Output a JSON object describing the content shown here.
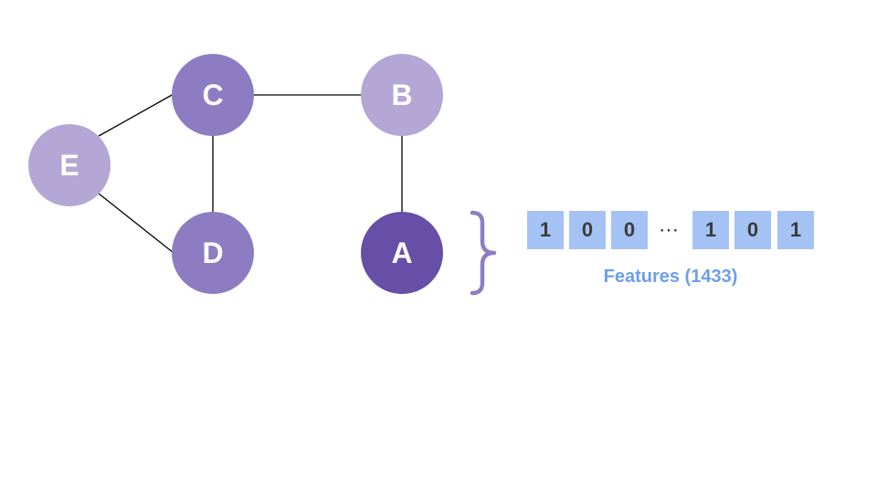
{
  "nodes": {
    "a": {
      "label": "A",
      "color": "#674ea7"
    },
    "b": {
      "label": "B",
      "color": "#b4a7d6"
    },
    "c": {
      "label": "C",
      "color": "#8e7cc3"
    },
    "d": {
      "label": "D",
      "color": "#8e7cc3"
    },
    "e": {
      "label": "E",
      "color": "#b4a7d6"
    }
  },
  "edges": [
    [
      "c",
      "b"
    ],
    [
      "b",
      "a"
    ],
    [
      "c",
      "e"
    ],
    [
      "c",
      "d"
    ],
    [
      "e",
      "d"
    ]
  ],
  "feature_vector": {
    "cells": [
      "1",
      "0",
      "0",
      "⋯",
      "1",
      "0",
      "1"
    ],
    "cell_color": "#a4c2f4",
    "label": "Features (1433)",
    "label_color": "#6d9eeb"
  },
  "brace": {
    "color": "#8e7cc3"
  }
}
